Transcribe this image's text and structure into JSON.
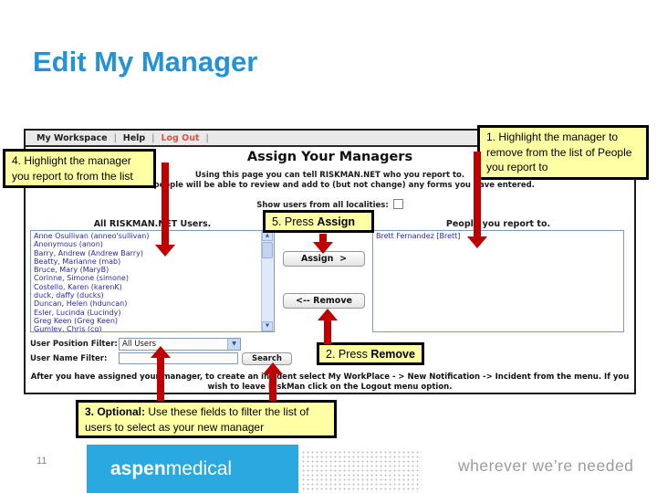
{
  "slide": {
    "title": "Edit My Manager",
    "page_number": "11",
    "tagline": "wherever we’re needed",
    "logo_bold": "aspen",
    "logo_light": "medical"
  },
  "app": {
    "menu_items": [
      "My Workspace",
      "Help",
      "Log Out"
    ],
    "menu_separator": "|",
    "heading": "Assign Your Managers",
    "description_line1": "Using this page you can tell RISKMAN.NET who you report to.",
    "description_line2": "These people will be able to review and add to (but not change) any forms you have entered.",
    "show_users_label": "Show users from all localities:",
    "left_list_header": "All RISKMAN.NET Users.",
    "left_list_items": [
      "Anne Osullivan (anneo'sullivan)",
      "Anonymous (anon)",
      "Barry, Andrew (Andrew Barry)",
      "Beatty, Marianne (mab)",
      "Bruce, Mary (MaryB)",
      "Corinne, Simone (simone)",
      "Costello, Karen (karenK)",
      "duck, daffy (ducks)",
      "Duncan, Helen (hduncan)",
      "Esler, Lucinda (Lucindy)",
      "Greg Keen (Greg Keen)",
      "Gumley, Chris (cg)"
    ],
    "right_list_header": "People you report to.",
    "right_list_items": [
      "Brett Fernandez [Brett]"
    ],
    "assign_button": "Assign  >",
    "remove_button": "<-- Remove",
    "position_filter_label": "User Position Filter:",
    "position_filter_value": "All Users",
    "name_filter_label": "User Name Filter:",
    "name_filter_value": "",
    "search_button": "Search",
    "footer_note": "After you have assigned your manager, to create an incident select My WorkPlace - > New Notification -> Incident from the menu. If you wish to leave RiskMan click on the Logout menu option.",
    "icons": {
      "dropdown_arrow": "▼",
      "scroll_up": "▲",
      "scroll_down": "▼"
    }
  },
  "callouts": {
    "c1": "1. Highlight the manager to remove from the list of People you report to",
    "c2_text": "2. Press ",
    "c2_bold": "Remove",
    "c3_bold": "3. Optional:",
    "c3_text": " Use these fields to filter the list of users to select as your new manager",
    "c4": "4. Highlight the manager you report to from the list",
    "c5_text": "5. Press ",
    "c5_bold": "Assign"
  },
  "colors": {
    "title_blue": "#2493d6",
    "callout_yellow": "#ffffa3",
    "arrow_red": "#c00000",
    "logo_blue": "#29a9e0",
    "logout_red": "#d9534f",
    "list_text_blue": "#2a2aa8"
  }
}
